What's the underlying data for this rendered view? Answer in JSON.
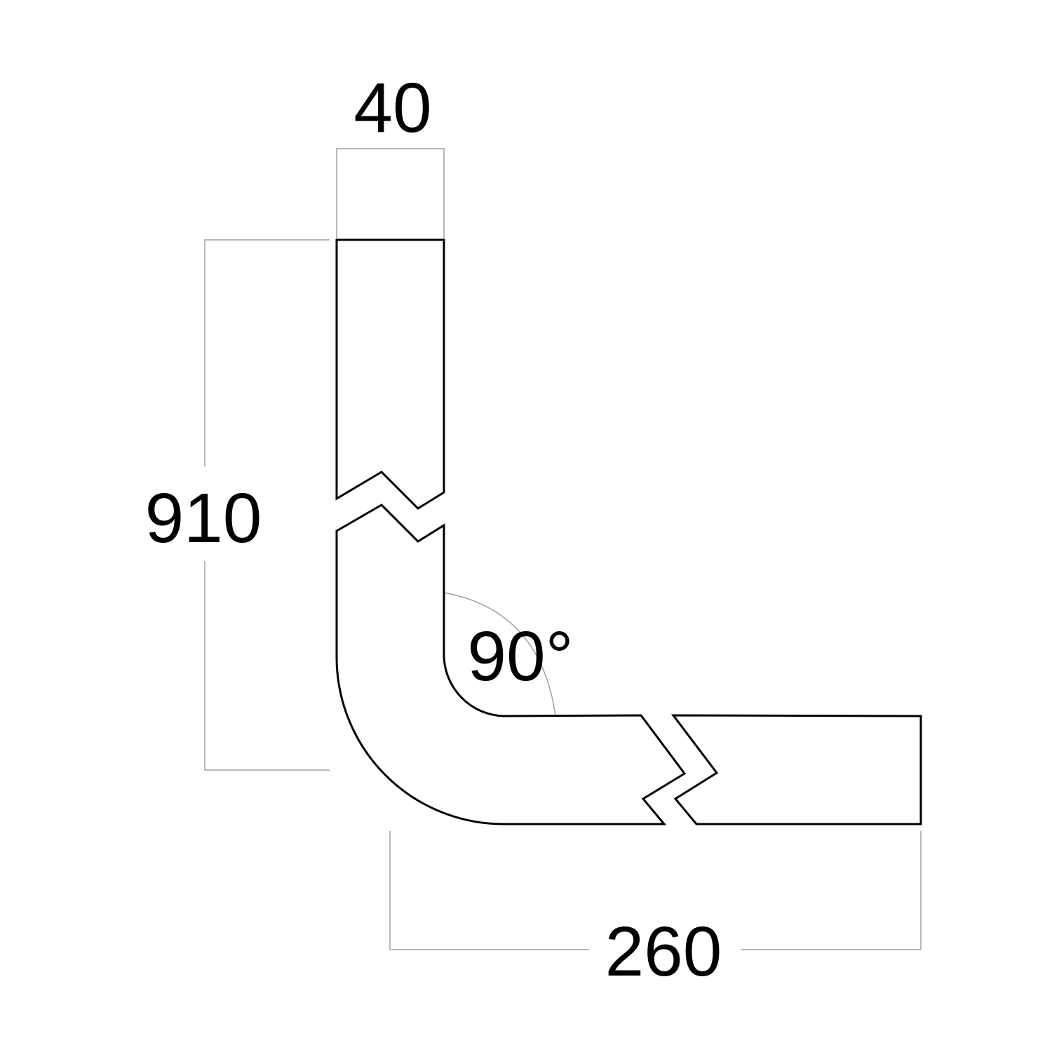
{
  "dimensions": {
    "width_label": "40",
    "height_label": "910",
    "length_label": "260",
    "angle_label": "90°"
  },
  "colors": {
    "outline": "#000000",
    "dimension_line": "#a0a0a0"
  }
}
